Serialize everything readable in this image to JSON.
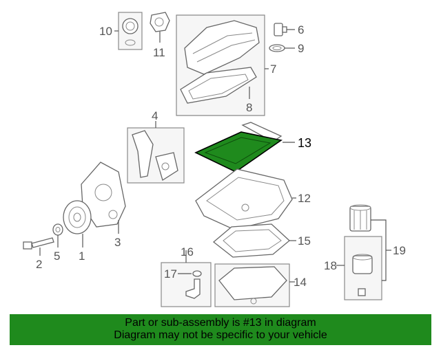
{
  "callouts": [
    {
      "id": "1",
      "label": "1"
    },
    {
      "id": "2",
      "label": "2"
    },
    {
      "id": "3",
      "label": "3"
    },
    {
      "id": "4",
      "label": "4"
    },
    {
      "id": "5",
      "label": "5"
    },
    {
      "id": "6",
      "label": "6"
    },
    {
      "id": "7",
      "label": "7"
    },
    {
      "id": "8",
      "label": "8"
    },
    {
      "id": "9",
      "label": "9"
    },
    {
      "id": "10",
      "label": "10"
    },
    {
      "id": "11",
      "label": "11"
    },
    {
      "id": "12",
      "label": "12"
    },
    {
      "id": "13",
      "label": "13"
    },
    {
      "id": "14",
      "label": "14"
    },
    {
      "id": "15",
      "label": "15"
    },
    {
      "id": "16",
      "label": "16"
    },
    {
      "id": "17",
      "label": "17"
    },
    {
      "id": "18",
      "label": "18"
    },
    {
      "id": "19",
      "label": "19"
    }
  ],
  "highlight": {
    "part": "13",
    "color": "#1f8a1d"
  },
  "banner": {
    "line1": "Part or sub-assembly is #13 in diagram",
    "line2": "Diagram may not be specific to your vehicle",
    "background": "#1f8a1d"
  }
}
